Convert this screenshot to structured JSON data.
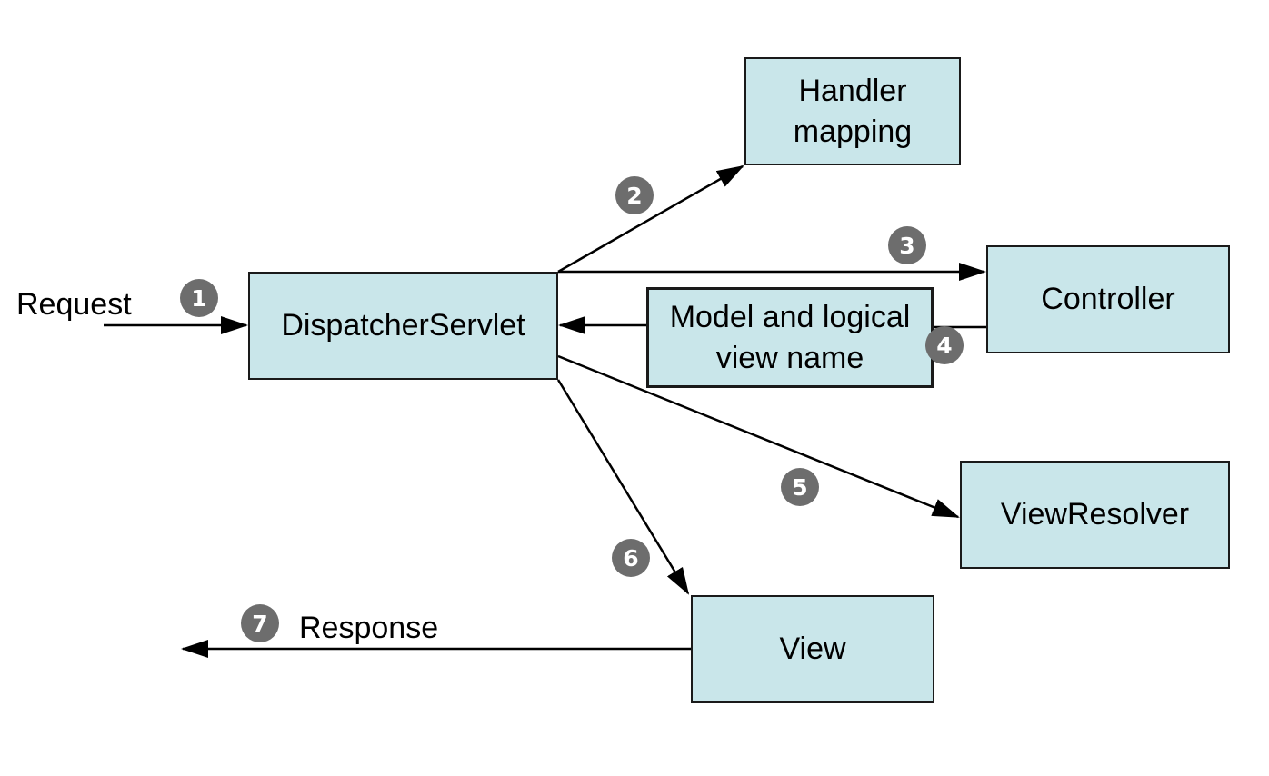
{
  "boxes": {
    "dispatcher_servlet": "DispatcherServlet",
    "handler_mapping": [
      "Handler",
      "mapping"
    ],
    "controller": "Controller",
    "model_and_view_name": [
      "Model and logical",
      "view name"
    ],
    "view_resolver": "ViewResolver",
    "view": "View"
  },
  "labels": {
    "request": "Request",
    "response": "Response"
  },
  "steps": [
    "1",
    "2",
    "3",
    "4",
    "5",
    "6",
    "7"
  ],
  "colors": {
    "box_fill": "#c9e6ea",
    "box_border": "#1a1a1a",
    "step_badge": "#6d6d6d",
    "arrow": "#000000"
  }
}
